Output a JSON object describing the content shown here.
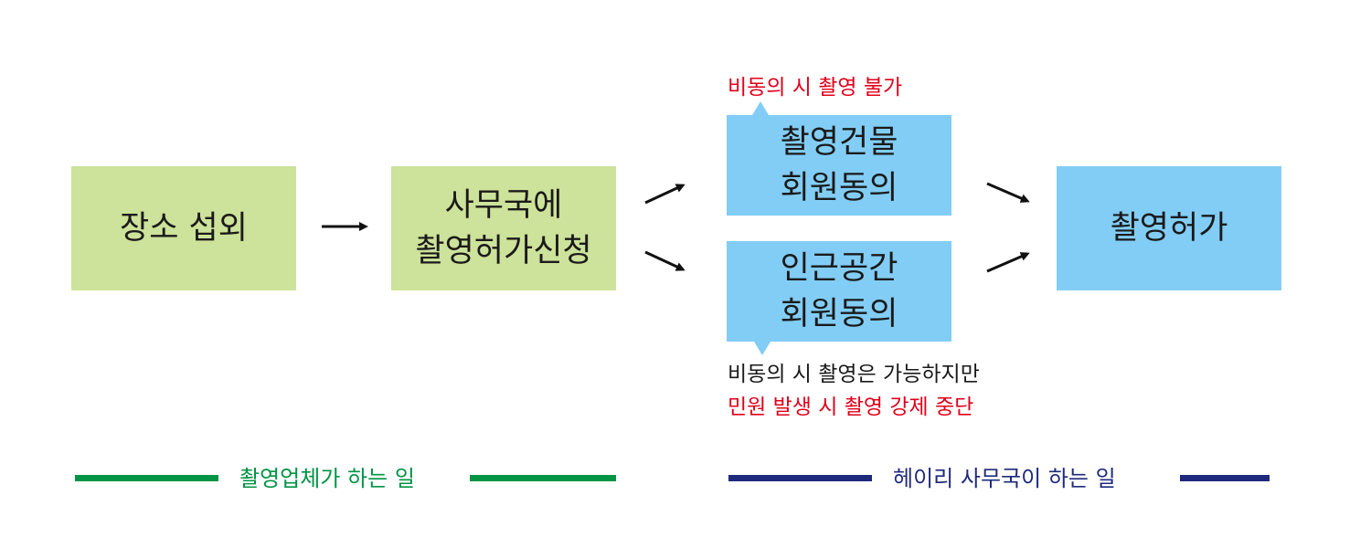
{
  "boxes": {
    "location": "장소 섭외",
    "apply": [
      "사무국에",
      "촬영허가신청"
    ],
    "building": [
      "촬영건물",
      "회원동의"
    ],
    "nearby": [
      "인근공간",
      "회원동의"
    ],
    "permit": "촬영허가"
  },
  "notes": {
    "building_refuse": "비동의 시 촬영 불가",
    "nearby_refuse_line1": "비동의 시 촬영은 가능하지만",
    "nearby_refuse_line2": "민원 발생 시 촬영 강제 중단"
  },
  "legend": {
    "company": "촬영업체가 하는 일",
    "office": "헤이리 사무국이 하는 일"
  },
  "colors": {
    "green_box": "#cde29a",
    "blue_box": "#82cdf5",
    "red_text": "#e0001a",
    "green_legend": "#009444",
    "navy_legend": "#1f2a7c"
  }
}
